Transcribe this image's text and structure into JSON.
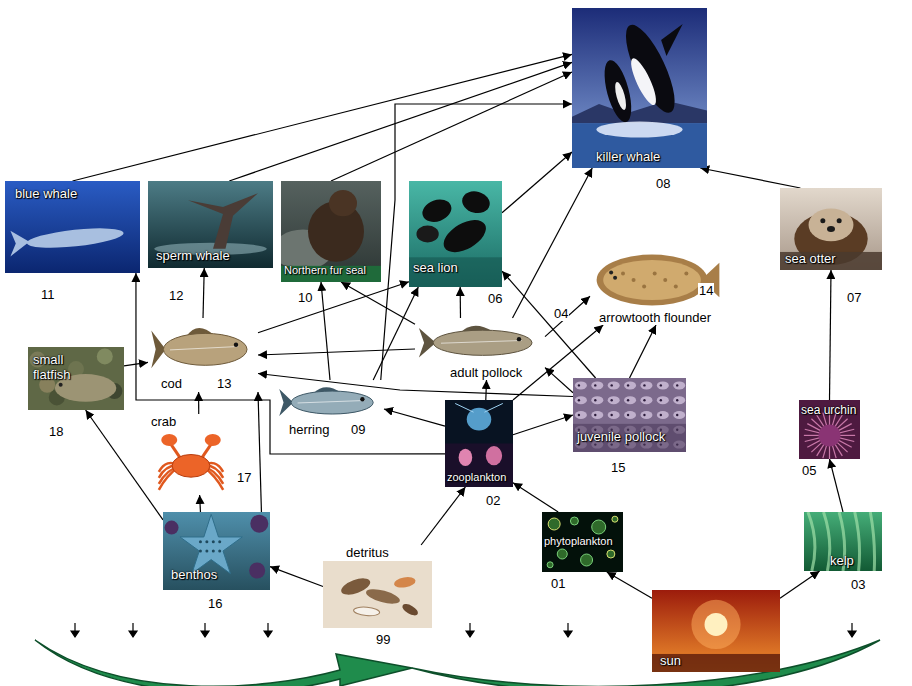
{
  "diagram": {
    "nodes": [
      {
        "text": [
          "killer whale",
          "08"
        ]
      },
      {
        "text": [
          "blue whale",
          "11"
        ]
      },
      {
        "text": [
          "sperm whale",
          "12"
        ]
      },
      {
        "text": [
          "Northern fur seal",
          "10"
        ]
      },
      {
        "text": [
          "sea lion",
          "06"
        ]
      },
      {
        "text": [
          "sea otter",
          "07"
        ]
      },
      {
        "text": [
          "arrowtooth flounder",
          "14"
        ]
      },
      {
        "text": [
          "small flatfish",
          "18"
        ]
      },
      {
        "text": [
          "cod",
          "13"
        ]
      },
      {
        "text": [
          "adult pollock",
          "04"
        ]
      },
      {
        "text": [
          "herring",
          "09"
        ]
      },
      {
        "text": [
          "zooplankton",
          "02"
        ]
      },
      {
        "text": [
          "juvenile pollock",
          "15"
        ]
      },
      {
        "text": [
          "sea urchin",
          "05"
        ]
      },
      {
        "text": [
          "crab",
          "17"
        ]
      },
      {
        "text": [
          "benthos",
          "16"
        ]
      },
      {
        "text": [
          "detritus",
          "99"
        ]
      },
      {
        "text": [
          "phytoplankton",
          "01"
        ]
      },
      {
        "text": [
          "kelp",
          "03"
        ]
      },
      {
        "text": [
          "sun"
        ]
      }
    ],
    "edges": [
      {
        "from": 1,
        "to": 0,
        "arrow": "to"
      },
      {
        "from": 2,
        "to": 0,
        "arrow": "to"
      },
      {
        "from": 3,
        "to": 0,
        "arrow": "to"
      },
      {
        "from": 10,
        "to": 0,
        "arrow": "to"
      },
      {
        "from": 4,
        "to": 0,
        "arrow": "to"
      },
      {
        "from": 9,
        "to": 0,
        "arrow": "to"
      },
      {
        "from": 5,
        "to": 0,
        "arrow": "to"
      },
      {
        "from": 8,
        "to": 2,
        "arrow": "to"
      },
      {
        "from": 8,
        "to": 4,
        "arrow": "to"
      },
      {
        "from": 7,
        "to": 8,
        "arrow": "to"
      },
      {
        "from": 14,
        "to": 8,
        "arrow": "to"
      },
      {
        "from": 15,
        "to": 14,
        "arrow": "to"
      },
      {
        "from": 15,
        "to": 7,
        "arrow": "to"
      },
      {
        "from": 15,
        "to": 8,
        "arrow": "to"
      },
      {
        "from": 16,
        "to": 15,
        "arrow": "to"
      },
      {
        "from": 16,
        "to": 11,
        "arrow": "to"
      },
      {
        "from": 17,
        "to": 11,
        "arrow": "to"
      },
      {
        "from": 19,
        "to": 17,
        "arrow": "to"
      },
      {
        "from": 19,
        "to": 18,
        "arrow": "to"
      },
      {
        "from": 18,
        "to": 13,
        "arrow": "to"
      },
      {
        "from": 13,
        "to": 5,
        "arrow": "to"
      },
      {
        "from": 11,
        "to": 10,
        "arrow": "to"
      },
      {
        "from": 11,
        "to": 9,
        "arrow": "to"
      },
      {
        "from": 11,
        "to": 12,
        "arrow": "to"
      },
      {
        "from": 11,
        "to": 1,
        "arrow": "to"
      },
      {
        "from": 11,
        "to": 6,
        "arrow": "to"
      },
      {
        "from": 12,
        "to": 9,
        "arrow": "to"
      },
      {
        "from": 12,
        "to": 6,
        "arrow": "to"
      },
      {
        "from": 12,
        "to": 8,
        "arrow": "to"
      },
      {
        "from": 12,
        "to": 4,
        "arrow": "to"
      },
      {
        "from": 9,
        "to": 8,
        "arrow": "to"
      },
      {
        "from": 9,
        "to": 4,
        "arrow": "to"
      },
      {
        "from": 9,
        "to": 3,
        "arrow": "to"
      },
      {
        "from": 9,
        "to": 6,
        "arrow": "to"
      },
      {
        "from": 10,
        "to": 3,
        "arrow": "to"
      },
      {
        "from": 10,
        "to": 4,
        "arrow": "to"
      }
    ]
  }
}
